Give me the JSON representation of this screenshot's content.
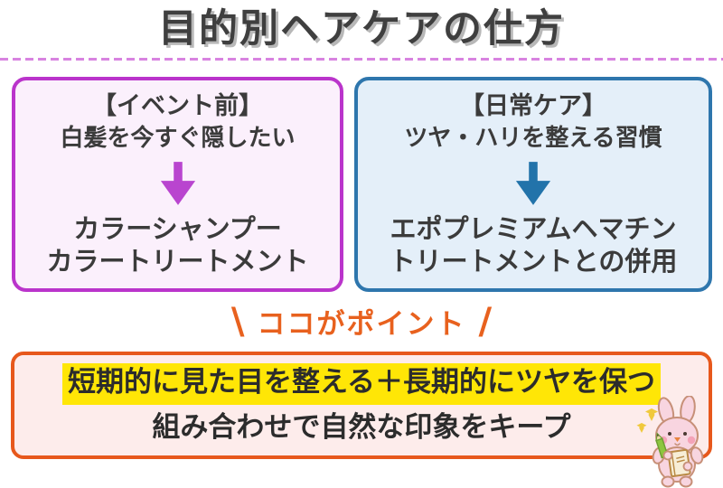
{
  "title": {
    "text": "目的別ヘアケアの仕方"
  },
  "divider": {
    "style": "dashed",
    "color": "#d883e0"
  },
  "cards": [
    {
      "id": "event",
      "heading": "【イベント前】",
      "need": "白髪を今すぐ隠したい",
      "arrow_icon": "down-arrow",
      "solution": [
        "カラーシャンプー",
        "カラートリートメント"
      ],
      "border_color": "#ba34cb",
      "bg_color": "#fbf0fc",
      "arrow_color": "#b945cf"
    },
    {
      "id": "daily",
      "heading": "【日常ケア】",
      "need": "ツヤ・ハリを整える習慣",
      "arrow_icon": "down-arrow",
      "solution": [
        "エポプレミアムヘマチン",
        "トリートメントとの併用"
      ],
      "border_color": "#2e76ad",
      "bg_color": "#e4eff9",
      "arrow_color": "#2273aa"
    }
  ],
  "point": {
    "slash_left": "\\",
    "label": "ココがポイント",
    "slash_right": "/",
    "color": "#e8611e"
  },
  "summary": {
    "line1": "短期的に見た目を整える＋長期的にツヤを保つ",
    "line2": "組み合わせで自然な印象をキープ",
    "highlight_color": "#ffe606",
    "border_color": "#e7581c",
    "bg_color": "#fdeceb"
  },
  "mascot": {
    "icon": "rabbit-with-notebook-and-pencil"
  }
}
